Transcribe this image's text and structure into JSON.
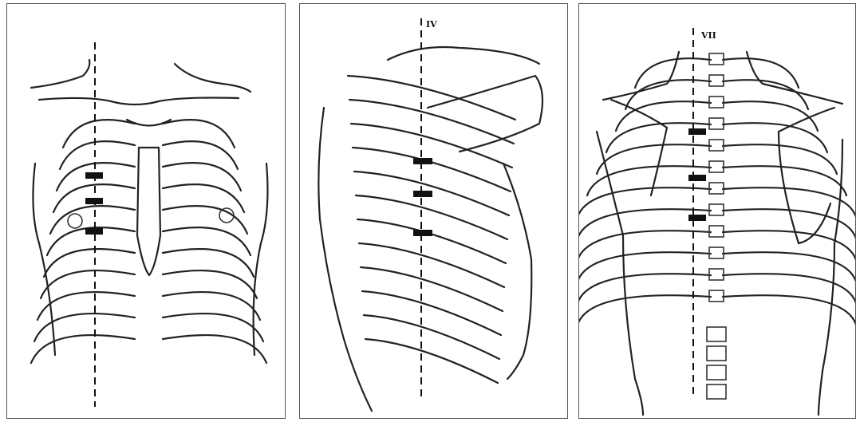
{
  "panels": [
    {
      "id": "anterior",
      "label": ""
    },
    {
      "id": "lateral",
      "label": "IV"
    },
    {
      "id": "posterior",
      "label": "VII"
    }
  ],
  "colors": {
    "ink": "#222222",
    "background": "#ffffff",
    "border": "#555555"
  }
}
